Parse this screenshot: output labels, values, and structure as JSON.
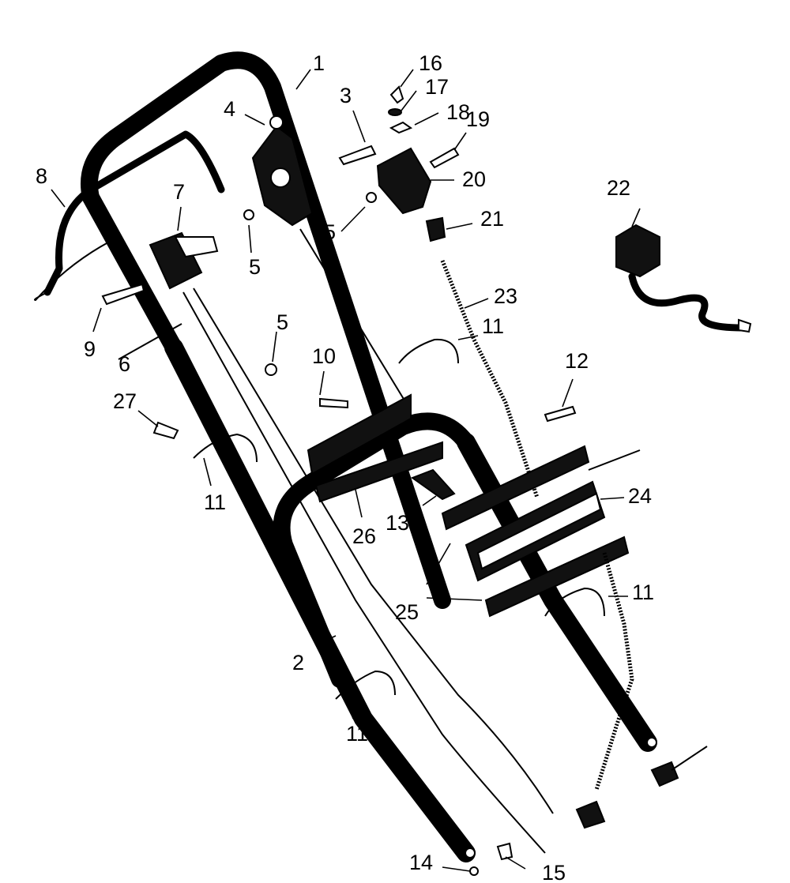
{
  "diagram": {
    "callouts": [
      {
        "id": "c1",
        "text": "1"
      },
      {
        "id": "c2",
        "text": "2"
      },
      {
        "id": "c3",
        "text": "3"
      },
      {
        "id": "c4",
        "text": "4"
      },
      {
        "id": "c5a",
        "text": "5"
      },
      {
        "id": "c5b",
        "text": "5"
      },
      {
        "id": "c5c",
        "text": "5"
      },
      {
        "id": "c6",
        "text": "6"
      },
      {
        "id": "c7",
        "text": "7"
      },
      {
        "id": "c8",
        "text": "8"
      },
      {
        "id": "c9",
        "text": "9"
      },
      {
        "id": "c10",
        "text": "10"
      },
      {
        "id": "c11a",
        "text": "11"
      },
      {
        "id": "c11b",
        "text": "11"
      },
      {
        "id": "c11c",
        "text": "11"
      },
      {
        "id": "c11d",
        "text": "11"
      },
      {
        "id": "c12",
        "text": "12"
      },
      {
        "id": "c13",
        "text": "13"
      },
      {
        "id": "c14",
        "text": "14"
      },
      {
        "id": "c15",
        "text": "15"
      },
      {
        "id": "c16",
        "text": "16"
      },
      {
        "id": "c17",
        "text": "17"
      },
      {
        "id": "c18",
        "text": "18"
      },
      {
        "id": "c19",
        "text": "19"
      },
      {
        "id": "c20",
        "text": "20"
      },
      {
        "id": "c21",
        "text": "21"
      },
      {
        "id": "c22",
        "text": "22"
      },
      {
        "id": "c23",
        "text": "23"
      },
      {
        "id": "c24",
        "text": "24"
      },
      {
        "id": "c25",
        "text": "25"
      },
      {
        "id": "c26",
        "text": "26"
      },
      {
        "id": "c27",
        "text": "27"
      }
    ]
  }
}
